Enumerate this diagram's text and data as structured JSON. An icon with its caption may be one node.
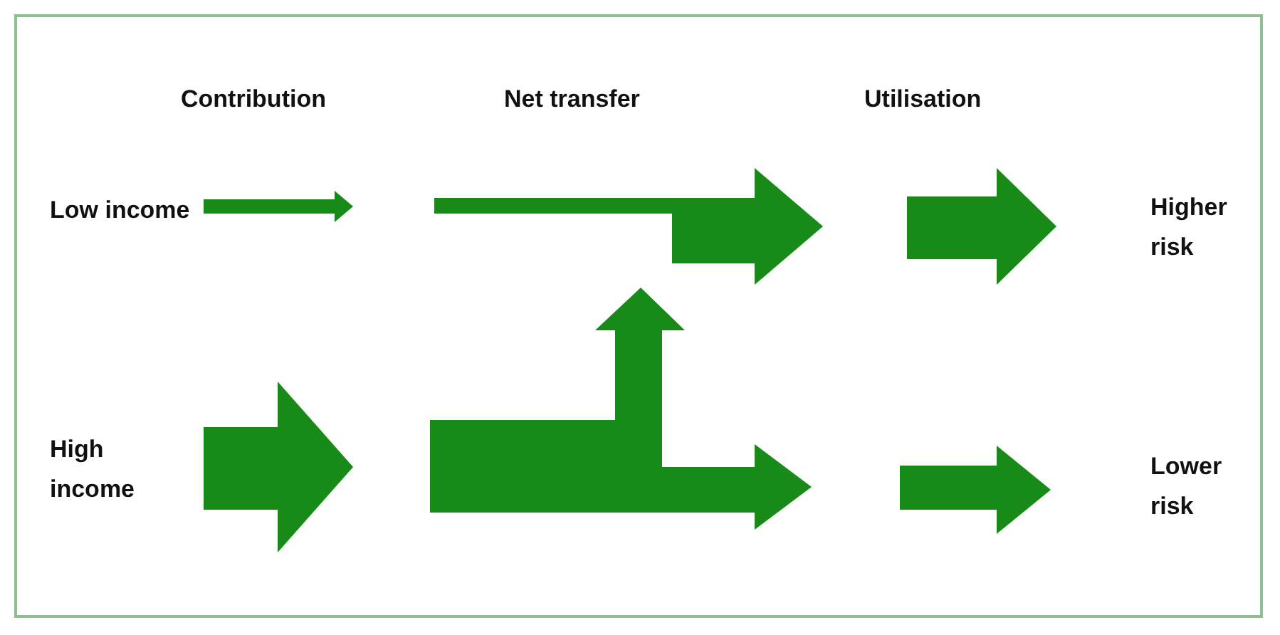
{
  "diagram": {
    "labels": [
      "Contribution",
      "Net transfer",
      "Utilisation",
      "Low income",
      "Higher risk",
      "High income",
      "Lower risk"
    ]
  }
}
